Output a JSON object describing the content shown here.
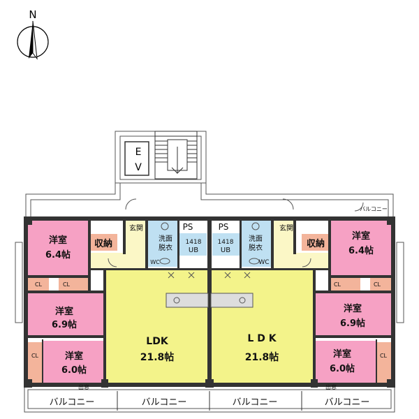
{
  "compass": {
    "label": "N"
  },
  "elevator": {
    "label_e": "E",
    "label_v": "V"
  },
  "colors": {
    "bedroom": "#f6a1c4",
    "ldk": "#f3f38a",
    "bath": "#bfe0f2",
    "corridor": "#fbf7c6",
    "storage": "#f3b49b",
    "wall": "#333333"
  },
  "left_unit": {
    "bed1_name": "洋室",
    "bed1_size": "6.4帖",
    "bed2_name": "洋室",
    "bed2_size": "6.9帖",
    "bed3_name": "洋室",
    "bed3_size": "6.0帖",
    "storage": "収納",
    "entrance": "玄関",
    "ps": "PS",
    "washroom_line1": "洗面",
    "washroom_line2": "脱衣",
    "ub_line1": "1418",
    "ub_line2": "UB",
    "wc": "WC",
    "cl1": "CL",
    "cl2": "CL",
    "cl3": "CL",
    "ldk_name": "LDK",
    "ldk_size": "21.8帖",
    "bay": "出窓",
    "balcony1": "バルコニー",
    "balcony2": "バルコニー"
  },
  "right_unit": {
    "bed1_name": "洋室",
    "bed1_size": "6.4帖",
    "bed2_name": "洋室",
    "bed2_size": "6.9帖",
    "bed3_name": "洋室",
    "bed3_size": "6.0帖",
    "storage": "収納",
    "entrance": "玄関",
    "ps": "PS",
    "washroom_line1": "洗面",
    "washroom_line2": "脱衣",
    "ub_line1": "1418",
    "ub_line2": "UB",
    "wc": "WC",
    "cl1": "CL",
    "cl2": "CL",
    "cl3": "CL",
    "ldk_name": "L D K",
    "ldk_size": "21.8帖",
    "bay": "出窓",
    "balcony1": "バルコニー",
    "balcony2": "バルコニー",
    "balcony_small": "バルコニー"
  }
}
